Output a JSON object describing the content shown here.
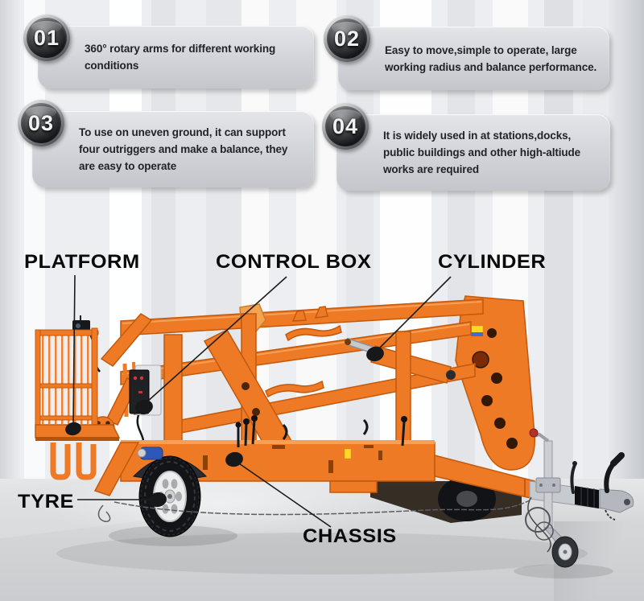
{
  "features": [
    {
      "number": "01",
      "text": "360° rotary arms for different working conditions"
    },
    {
      "number": "02",
      "text": "Easy to move,simple to operate, large working radius and balance performance."
    },
    {
      "number": "03",
      "text": "To use on uneven ground, it can support four outriggers and make a balance, they are easy to operate"
    },
    {
      "number": "04",
      "text": "It is widely used in at stations,docks, public buildings and other high-altiude works are required"
    }
  ],
  "parts": [
    {
      "label": "PLATFORM"
    },
    {
      "label": "CONTROL BOX"
    },
    {
      "label": "CYLINDER"
    },
    {
      "label": "TYRE"
    },
    {
      "label": "CHASSIS"
    }
  ],
  "colors": {
    "machine-orange": "#ee7a26",
    "machine-orange-dark": "#c2590c",
    "machine-orange-light": "#f6a055",
    "label-ink": "#0a0a0a",
    "card-text": "#222227",
    "badge-number": "#f2f2f3"
  }
}
